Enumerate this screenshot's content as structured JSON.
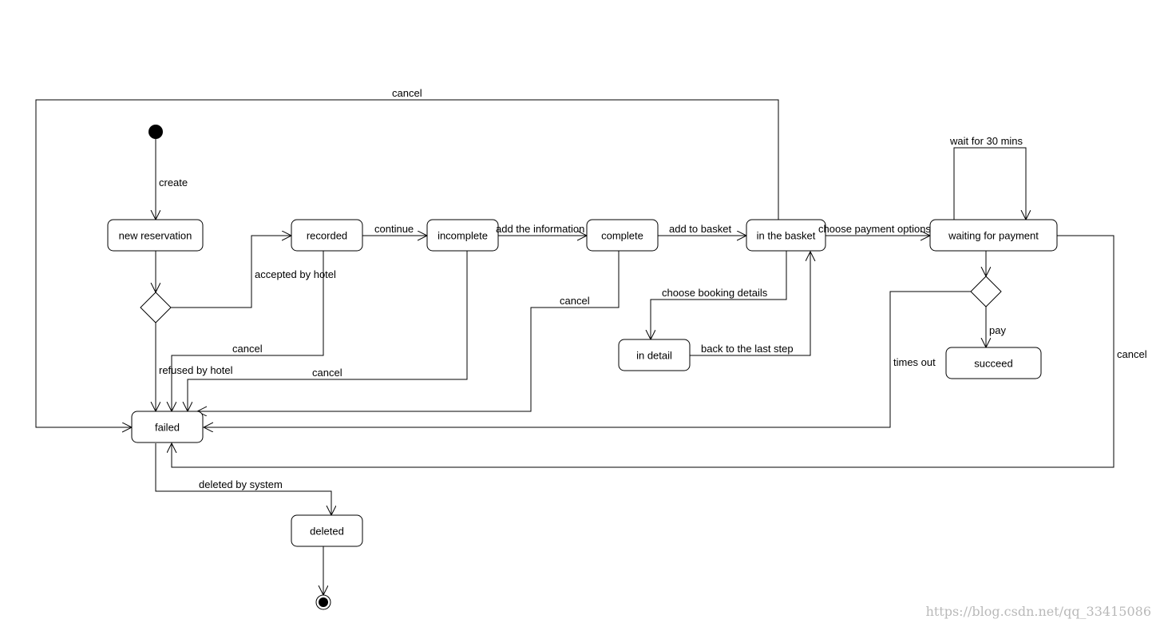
{
  "states": {
    "new_reservation": "new reservation",
    "recorded": "recorded",
    "incomplete": "incomplete",
    "complete": "complete",
    "in_the_basket": "in the basket",
    "waiting_for_payment": "waiting for payment",
    "in_detail": "in detail",
    "succeed": "succeed",
    "failed": "failed",
    "deleted": "deleted"
  },
  "transitions": {
    "create": "create",
    "accepted_by_hotel": "accepted by hotel",
    "refused_by_hotel": "refused by hotel",
    "continue": "continue",
    "add_the_information": "add the information",
    "add_to_basket": "add to basket",
    "choose_payment_options": "choose payment options",
    "wait_for_30_mins": "wait for 30 mins",
    "choose_booking_details": "choose booking details",
    "back_to_the_last_step": "back to the last step",
    "pay": "pay",
    "times_out": "times out",
    "cancel_top": "cancel",
    "cancel_recorded": "cancel",
    "cancel_incomplete": "cancel",
    "cancel_complete": "cancel",
    "cancel_payment": "cancel",
    "deleted_by_system": "deleted by system"
  },
  "watermark": "https://blog.csdn.net/qq_33415086"
}
